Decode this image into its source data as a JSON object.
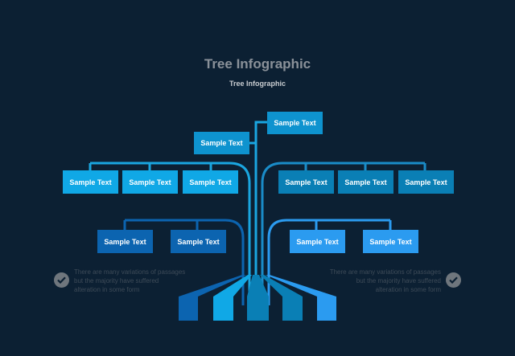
{
  "header": {
    "title": "Tree Infographic",
    "subtitle": "Tree Infographic"
  },
  "tree": {
    "top_right": "Sample Text",
    "top_left": "Sample Text",
    "row1_left": [
      "Sample Text",
      "Sample Text",
      "Sample Text"
    ],
    "row1_right": [
      "Sample Text",
      "Sample Text",
      "Sample Text"
    ],
    "row2_left": [
      "Sample Text",
      "Sample Text"
    ],
    "row2_right": [
      "Sample Text",
      "Sample Text"
    ]
  },
  "notes": {
    "left": [
      "There are many variations of passages",
      "but the majority have  suffered",
      "alteration in some form"
    ],
    "right": [
      "There are many variations of passages",
      "but the majority have  suffered",
      "alteration in some form"
    ]
  },
  "colors": {
    "background": "#0c2033",
    "bright_blue": "#10a8e6",
    "teal_blue": "#0a7fb5",
    "sky_blue": "#2b9bf0",
    "deep_blue": "#0c64b0",
    "check_grey": "#6f767d"
  }
}
